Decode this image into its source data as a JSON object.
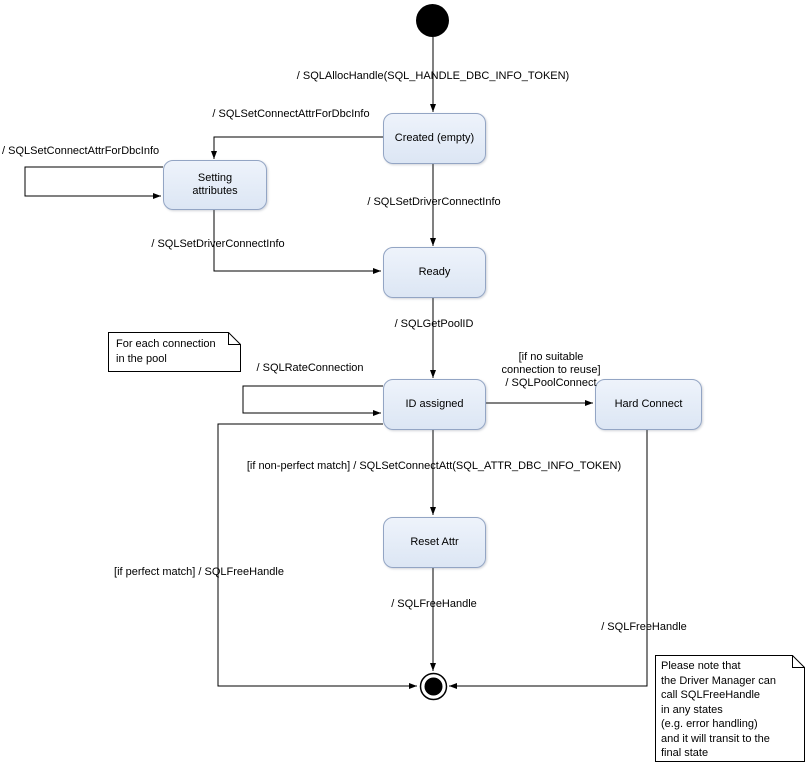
{
  "diagram": {
    "type": "uml-state-diagram",
    "states": {
      "created": {
        "label": "Created (empty)"
      },
      "setting_attributes": {
        "lines": [
          "Setting",
          "attributes"
        ]
      },
      "ready": {
        "label": "Ready"
      },
      "id_assigned": {
        "label": "ID assigned"
      },
      "hard_connect": {
        "label": "Hard Connect"
      },
      "reset_attr": {
        "label": "Reset Attr"
      }
    },
    "transitions": {
      "initial_to_created": {
        "label": "/ SQLAllocHandle(SQL_HANDLE_DBC_INFO_TOKEN)"
      },
      "created_to_setting": {
        "label": "/ SQLSetConnectAttrForDbcInfo"
      },
      "setting_self_loop": {
        "label": "/ SQLSetConnectAttrForDbcInfo"
      },
      "created_to_ready": {
        "label": "/ SQLSetDriverConnectInfo"
      },
      "setting_to_ready": {
        "label": "/ SQLSetDriverConnectInfo"
      },
      "ready_to_id_assigned": {
        "label": "/ SQLGetPoolID"
      },
      "id_assigned_self_loop": {
        "label": "/ SQLRateConnection"
      },
      "id_assigned_to_hard_connect": {
        "lines": [
          "[if no suitable",
          "connection to reuse]",
          "/ SQLPoolConnect"
        ]
      },
      "id_assigned_to_reset_attr": {
        "label": "[if non-perfect match] / SQLSetConnectAtt(SQL_ATTR_DBC_INFO_TOKEN)"
      },
      "id_assigned_to_final": {
        "label": "[if perfect match] / SQLFreeHandle"
      },
      "reset_attr_to_final": {
        "label": "/ SQLFreeHandle"
      },
      "hard_connect_to_final": {
        "label": "/ SQLFreeHandle"
      }
    },
    "notes": {
      "pool": {
        "lines": [
          "For each connection",
          "in the pool"
        ]
      },
      "free_handle": {
        "lines": [
          "Please note that",
          "the Driver Manager can",
          "call SQLFreeHandle",
          "in any states",
          "(e.g. error handling)",
          "and it will transit to the",
          "final state"
        ]
      }
    },
    "colors": {
      "state_fill": "#dce6f4",
      "state_fill_top": "#eef3fb",
      "state_border": "#93a5c4",
      "note_fill": "#ffffff",
      "line_color": "#000000"
    }
  }
}
